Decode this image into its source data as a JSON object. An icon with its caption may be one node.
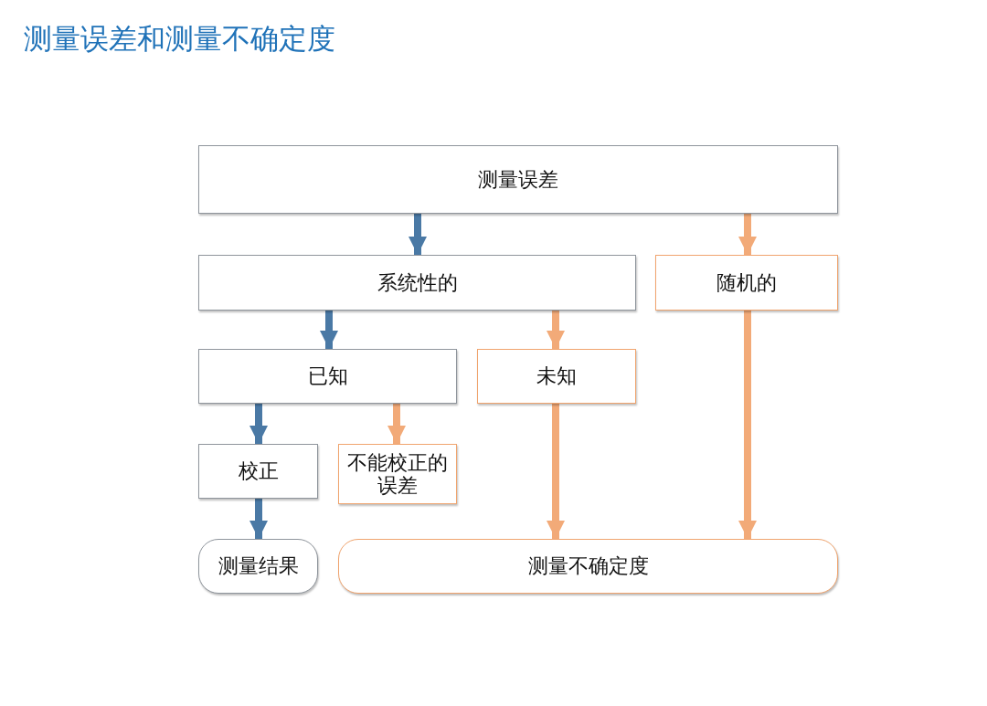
{
  "diagram": {
    "title": "测量误差和测量不确定度",
    "nodes": [
      {
        "text": [
          "测量误差"
        ]
      },
      {
        "text": [
          "系统性的"
        ]
      },
      {
        "text": [
          "随机的"
        ]
      },
      {
        "text": [
          "已知"
        ]
      },
      {
        "text": [
          "未知"
        ]
      },
      {
        "text": [
          "校正"
        ]
      },
      {
        "text": [
          "不能校正的误差"
        ]
      },
      {
        "text": [
          "测量结果"
        ]
      },
      {
        "text": [
          "测量不确定度"
        ]
      }
    ],
    "edges": [
      {
        "from": 0,
        "to": 1,
        "arrow": "to",
        "color": "#4a79a5"
      },
      {
        "from": 0,
        "to": 2,
        "arrow": "to"
      },
      {
        "from": 1,
        "to": 3,
        "arrow": "to",
        "color": "#4a79a5"
      },
      {
        "from": 1,
        "to": 4,
        "arrow": "to"
      },
      {
        "from": 3,
        "to": 5,
        "arrow": "to",
        "color": "#4a79a5"
      },
      {
        "from": 3,
        "to": 6,
        "arrow": "to"
      },
      {
        "from": 5,
        "to": 7,
        "arrow": "to",
        "color": "#4a79a5"
      },
      {
        "from": 4,
        "to": 8,
        "arrow": "to"
      },
      {
        "from": 2,
        "to": 8,
        "arrow": "to"
      }
    ]
  }
}
